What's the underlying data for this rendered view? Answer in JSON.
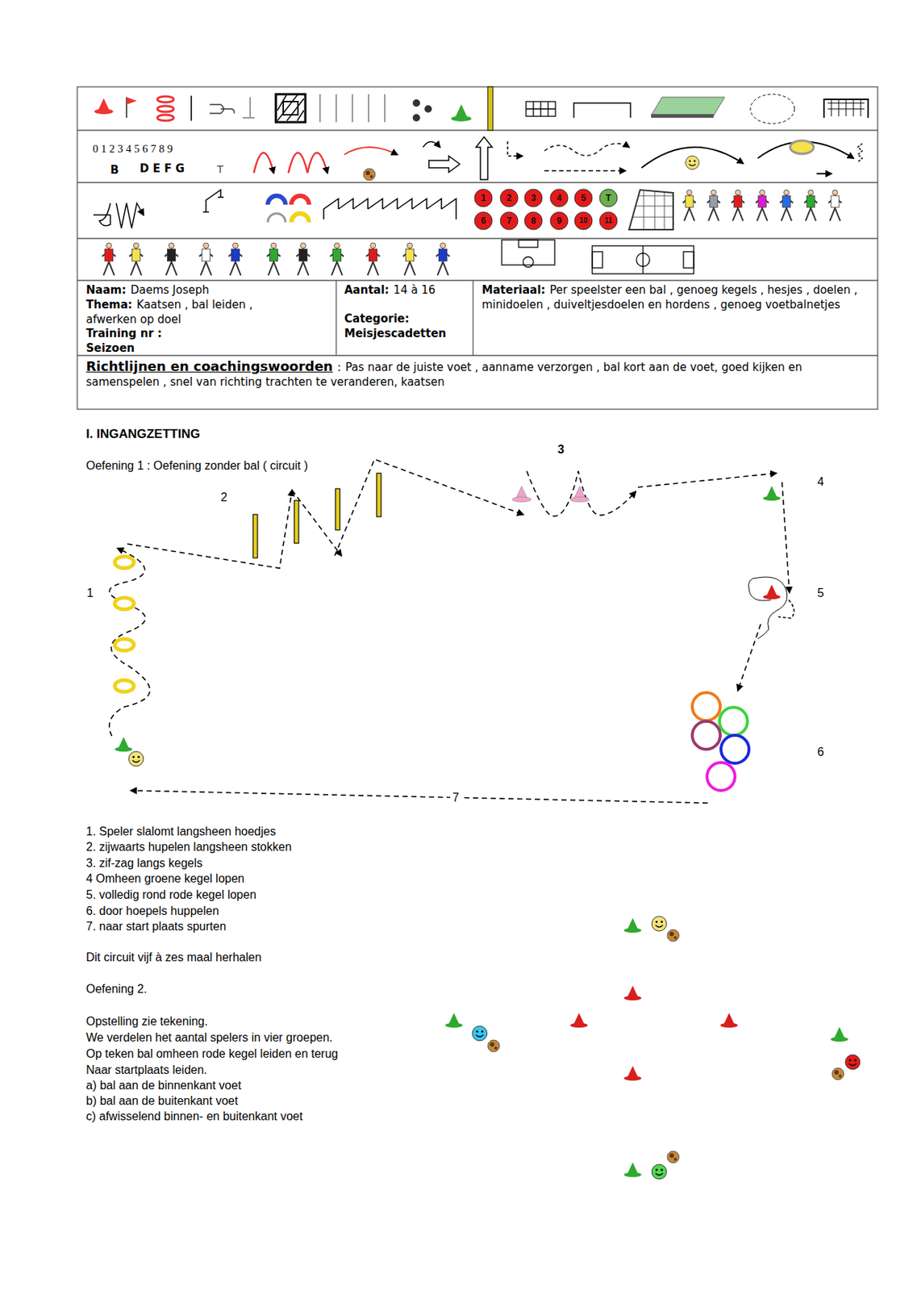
{
  "diagram": {
    "labels": [
      "0 1 2 3 4 5 6 7 8 9",
      "B",
      "D E F G",
      "T",
      "1",
      "2",
      "3",
      "4",
      "5",
      "T",
      "6",
      "7",
      "8",
      "9",
      "10",
      "11",
      "Naam:",
      "Daems Joseph",
      "Thema:",
      "Kaatsen , bal leiden , afwerken op doel",
      "Training nr :",
      "Seizoen",
      "Aantal:",
      "14 à 16",
      "Categorie:",
      "Meisjescadetten",
      "Materiaal:",
      "Per speelster een bal , genoeg kegels , hesjes , doelen , minidoelen , duiveltjesdoelen en hordens , genoeg voetbalnetjes",
      "Richtlijnen en coachingswoorden",
      ":",
      "Pas naar de juiste voet , aanname verzorgen , bal kort aan de voet, goed kijken en samenspelen , snel van richting trachten te veranderen, kaatsen",
      "I. INGANGZETTING",
      "Oefening 1 : Oefening zonder bal ( circuit )",
      "3",
      "2",
      "4",
      "1",
      "5",
      "6",
      "7",
      "1. Speler slalomt langsheen hoedjes",
      "2. zijwaarts hupelen langsheen stokken",
      "3. zif-zag langs kegels",
      "4 Omheen groene kegel lopen",
      "5. volledig rond rode kegel lopen",
      "6. door hoepels huppelen",
      "7. naar start plaats spurten",
      "Dit circuit vijf à zes maal herhalen",
      "Oefening 2.",
      "Opstelling zie tekening.",
      "We verdelen het aantal spelers in vier groepen.",
      "Op teken bal omheen rode kegel leiden en terug",
      "Naar startplaats leiden.",
      "a) bal aan de binnenkant voet",
      "b) bal aan de buitenkant voet",
      "c) afwisselend binnen- en buitenkant voet"
    ]
  }
}
